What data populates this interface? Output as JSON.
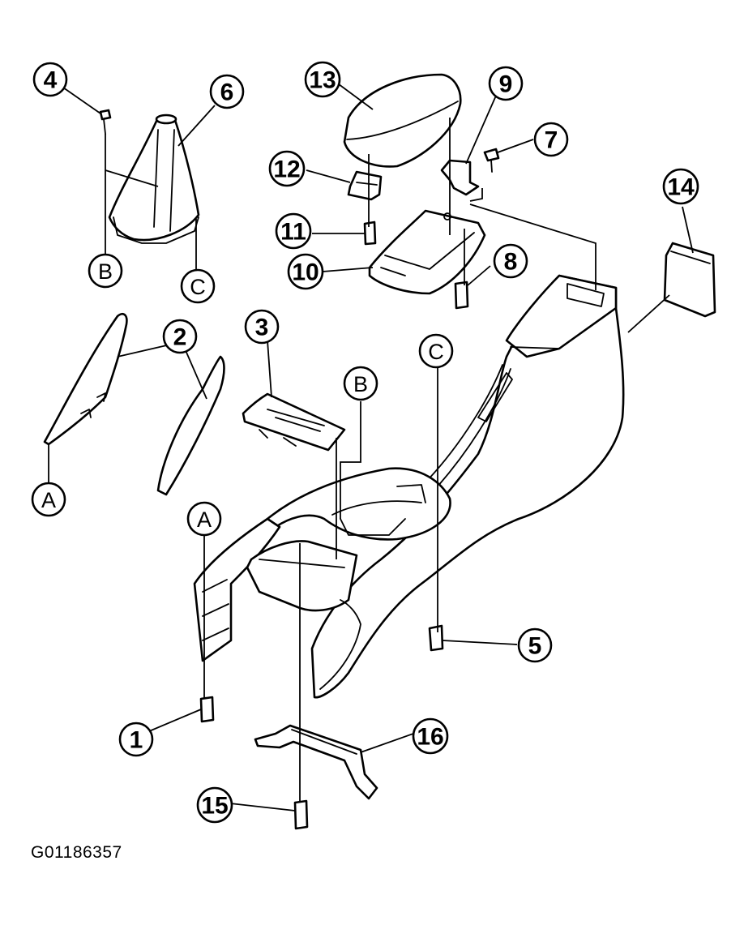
{
  "callouts": [
    {
      "id": "c1",
      "label": "1"
    },
    {
      "id": "c2",
      "label": "2"
    },
    {
      "id": "c3",
      "label": "3"
    },
    {
      "id": "c4",
      "label": "4"
    },
    {
      "id": "c5",
      "label": "5"
    },
    {
      "id": "c6",
      "label": "6"
    },
    {
      "id": "c7",
      "label": "7"
    },
    {
      "id": "c8",
      "label": "8"
    },
    {
      "id": "c9",
      "label": "9"
    },
    {
      "id": "c10",
      "label": "10"
    },
    {
      "id": "c11",
      "label": "11"
    },
    {
      "id": "c12",
      "label": "12"
    },
    {
      "id": "c13",
      "label": "13"
    },
    {
      "id": "c14",
      "label": "14"
    },
    {
      "id": "c15",
      "label": "15"
    },
    {
      "id": "c16",
      "label": "16"
    }
  ],
  "references": {
    "a": "A",
    "b": "B",
    "c": "C"
  },
  "figure_id": "G01186357"
}
